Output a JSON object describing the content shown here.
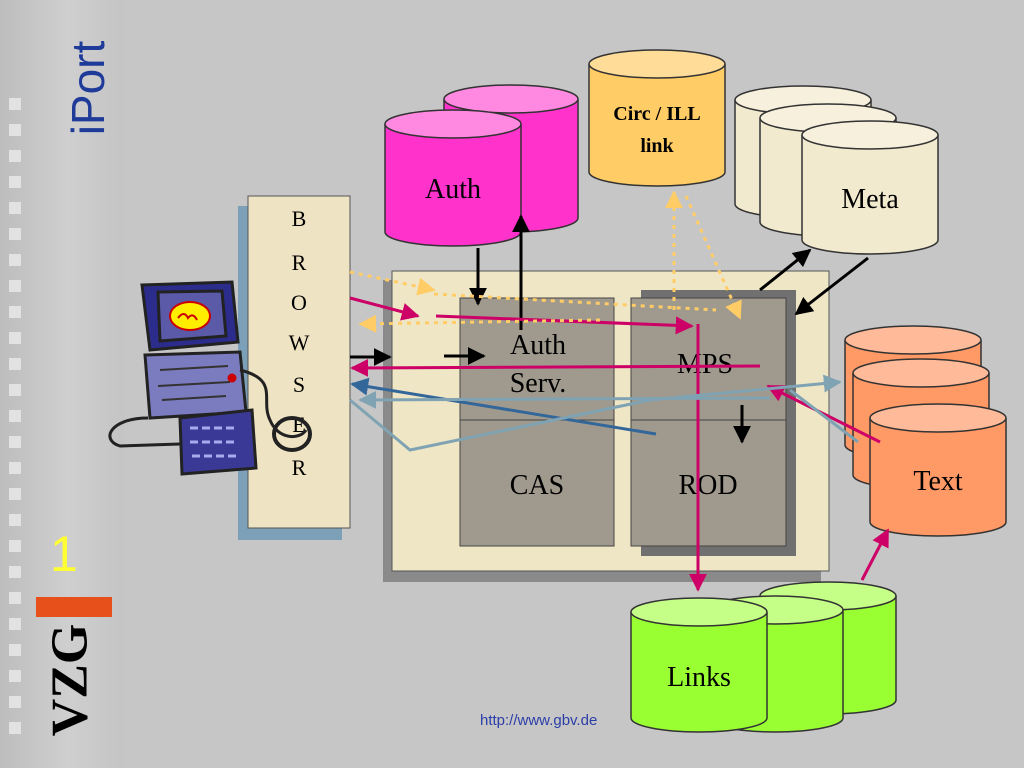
{
  "slide": {
    "title": "iPort",
    "number": "1",
    "logo_text": "VZG",
    "url": "http://www.gbv.de"
  },
  "colors": {
    "auth": "#ff33cc",
    "circ": "#ffcc66",
    "meta": "#f2eace",
    "text_db": "#ff9966",
    "links": "#99ff33",
    "box": "#a09a8e",
    "server": "#efe6c6",
    "browser": "#eee3c2",
    "arrow_pink": "#cc0066",
    "arrow_blue": "#336699",
    "arrow_lightblue": "#7fa3b2",
    "arrow_orange_dotted": "#ffcc66"
  },
  "diagram": {
    "browser_letters": [
      "B",
      "R",
      "O",
      "W",
      "S",
      "E",
      "R"
    ],
    "auth_db": "Auth",
    "circ_db_line1": "Circ / ILL",
    "circ_db_line2": "link",
    "meta_db": "Meta",
    "text_db": "Text",
    "links_db": "Links",
    "auth_serv_line1": "Auth",
    "auth_serv_line2": "Serv.",
    "mps": "MPS",
    "cas": "CAS",
    "rod": "ROD"
  }
}
